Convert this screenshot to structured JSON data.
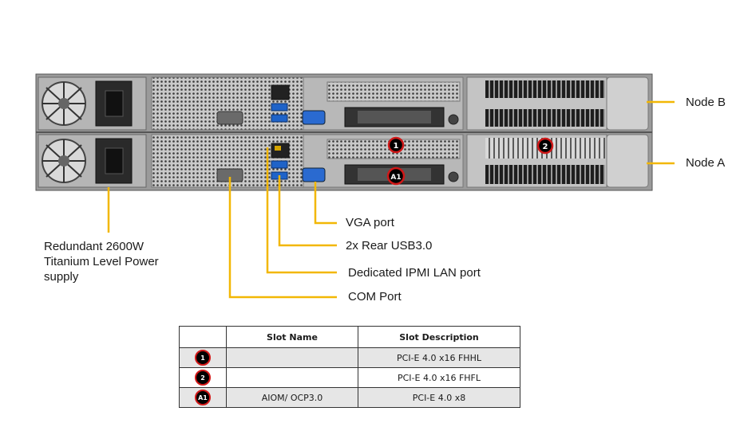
{
  "callouts": {
    "node_b": "Node B",
    "node_a": "Node A",
    "vga": "VGA port",
    "usb": "2x Rear USB3.0",
    "ipmi": "Dedicated IPMI  LAN port",
    "com": "COM Port",
    "psu_lines": [
      "Redundant  2600W",
      "Titanium  Level Power",
      "supply"
    ]
  },
  "markers": {
    "slot1": "1",
    "slot2": "2",
    "slotA1": "A1"
  },
  "table": {
    "headers": [
      "",
      "Slot Name",
      "Slot Description"
    ],
    "rows": [
      {
        "badge": "1",
        "name": "",
        "desc": "PCI-E 4.0 x16 FHHL"
      },
      {
        "badge": "2",
        "name": "",
        "desc": "PCI-E 4.0 x16 FHFL"
      },
      {
        "badge": "A1",
        "name": "AIOM/ OCP3.0",
        "desc": "PCI-E 4.0 x8"
      }
    ]
  },
  "colors": {
    "callout_line": "#f2b705",
    "marker_ring": "#d01818",
    "chassis": "#8c8c8c"
  }
}
